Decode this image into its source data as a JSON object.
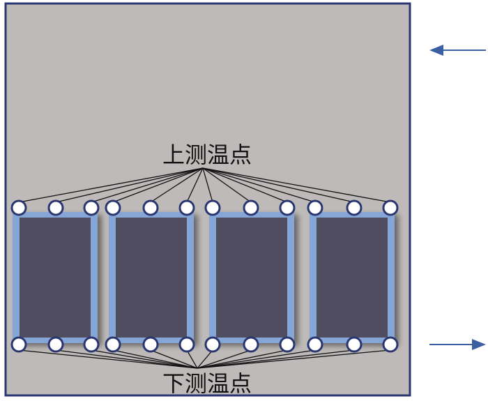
{
  "labels": {
    "upper_points": "上测温点",
    "lower_points": "下测温点"
  },
  "arrows": {
    "top_right": {
      "direction": "left"
    },
    "bottom_right": {
      "direction": "right"
    }
  },
  "blocks": [
    {
      "id": 1
    },
    {
      "id": 2
    },
    {
      "id": 3
    },
    {
      "id": 4
    }
  ],
  "colors": {
    "chamber_fill": "#bebab9",
    "chamber_border": "#2a3670",
    "block_fill": "#4f4d5e",
    "block_edge": "#86a6d8",
    "point_fill": "#ffffff",
    "point_stroke": "#2a3670",
    "arrow": "#3b5fa3",
    "leader_line": "#111111"
  }
}
